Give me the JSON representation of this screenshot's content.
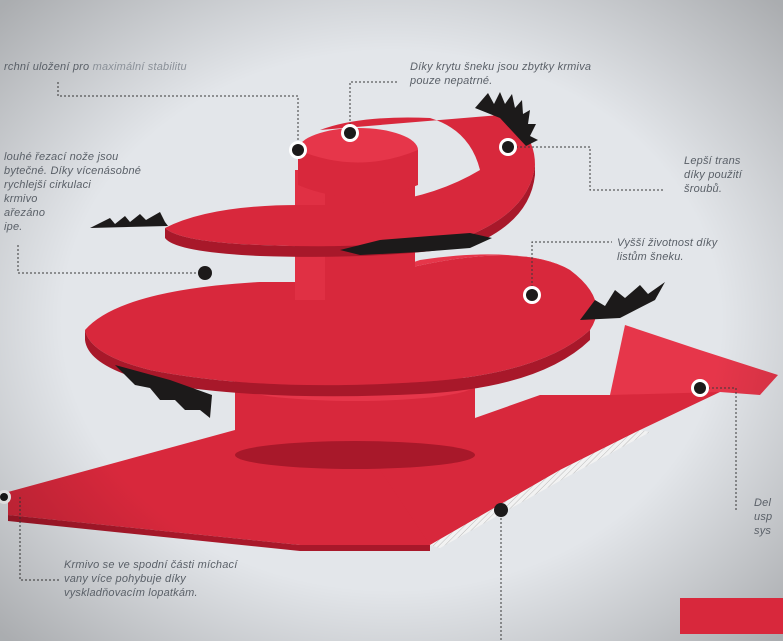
{
  "colors": {
    "auger": "#d8283c",
    "auger_dark": "#a8182a",
    "auger_light": "#e6364a",
    "teeth": "#1c1a1a",
    "leader": "#3a3a3a",
    "paper": "#e3e6ea",
    "accent_swatch": "#d8283c"
  },
  "callouts": {
    "top_left": {
      "line1a": "rchní uložení pro ",
      "line1b": "maximální stabilitu"
    },
    "top_center": {
      "line1": "Díky krytu šneku jsou zbytky krmiva",
      "line2": "pouze nepatrné."
    },
    "right_upper": {
      "line1": "Lepší trans",
      "line2": "díky použití",
      "line3": "šroubů."
    },
    "left_middle": {
      "line1": "louhé řezací nože jsou",
      "line2": "bytečné. Díky vícenásobné",
      "line3": "rychlejší cirkulaci",
      "line4": "krmivo",
      "line5": "ařezáno",
      "line6": "ipe."
    },
    "right_middle": {
      "line1": "Vyšší životnost díky",
      "line2": "listům šneku."
    },
    "right_lower": {
      "line1": "Del",
      "line2": "usp",
      "line3": "sys"
    },
    "bottom_left": {
      "line1": "Krmivo se ve spodní části míchací",
      "line2": "vany více pohybuje díky",
      "line3": "vyskladňovacím lopatkám."
    }
  },
  "icons": {
    "marker": "callout-dot-icon",
    "teeth": "serrated-blade-icon"
  }
}
